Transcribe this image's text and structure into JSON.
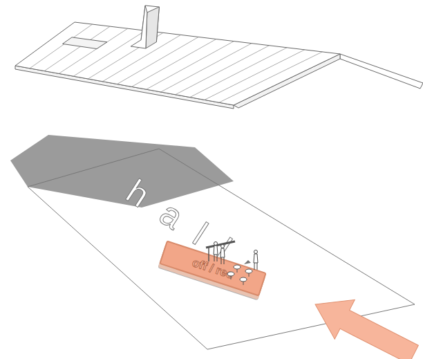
{
  "diagram": {
    "nodes": [
      {
        "text": [
          "hall"
        ]
      },
      {
        "text": [
          "off / rec"
        ],
        "in": 0
      }
    ]
  }
}
